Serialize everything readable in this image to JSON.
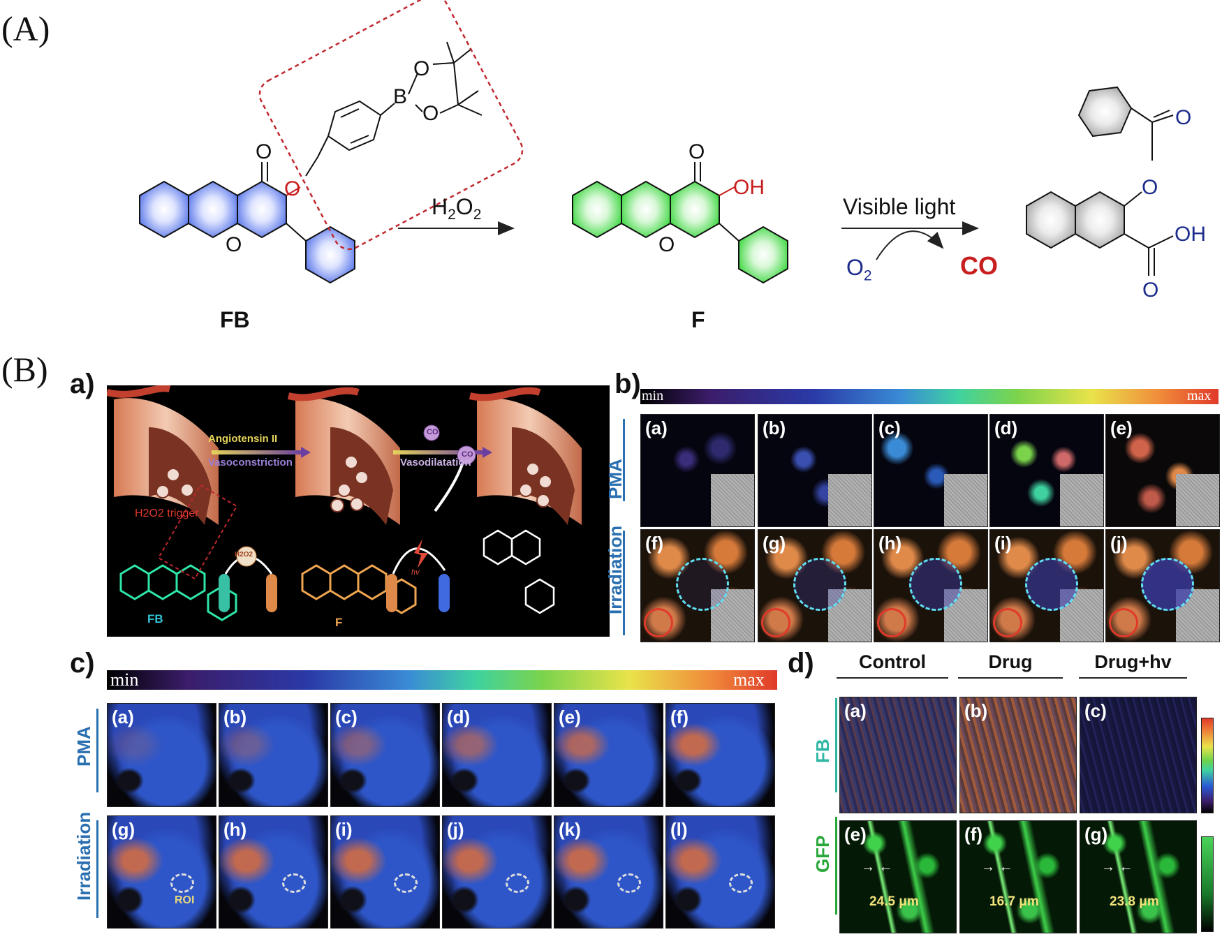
{
  "panelA": {
    "label": "(A)",
    "reagent": "H2O2",
    "condition": "Visible light",
    "o2": "O2",
    "co": "CO",
    "compound_fb": "FB",
    "compound_f": "F",
    "atoms": {
      "O": "O",
      "B": "B",
      "OH": "OH"
    }
  },
  "panelB": {
    "label": "(B)",
    "a": {
      "label": "a)",
      "angiotensin": "Angiotensin II",
      "vasoconstriction": "Vasoconstriction",
      "vasodilatation": "Vasodilatation",
      "trigger": "H2O2 trigger",
      "fb": "FB",
      "f": "F",
      "hv": "hv",
      "co": "CO",
      "h2o2": "H2O2"
    },
    "b": {
      "label": "b)",
      "min": "min",
      "max": "max",
      "row1": "PMA",
      "row2": "Irradiation",
      "row1_tags": [
        "(a)",
        "(b)",
        "(c)",
        "(d)",
        "(e)"
      ],
      "row2_tags": [
        "(f)",
        "(g)",
        "(h)",
        "(i)",
        "(j)"
      ]
    },
    "c": {
      "label": "c)",
      "min": "min",
      "max": "max",
      "row1": "PMA",
      "row2": "Irradiation",
      "row1_tags": [
        "(a)",
        "(b)",
        "(c)",
        "(d)",
        "(e)",
        "(f)"
      ],
      "row2_tags": [
        "(g)",
        "(h)",
        "(i)",
        "(j)",
        "(k)",
        "(l)"
      ],
      "roi": "ROI"
    },
    "d": {
      "label": "d)",
      "cols": [
        "Control",
        "Drug",
        "Drug+hv"
      ],
      "row1": "FB",
      "row2": "GFP",
      "row1_tags": [
        "(a)",
        "(b)",
        "(c)"
      ],
      "row2_tags": [
        "(e)",
        "(f)",
        "(g)"
      ],
      "measurements": [
        "24.5 μm",
        "16.7 μm",
        "23.8 μm"
      ]
    }
  },
  "colors": {
    "fb_blue": "#5b78ea",
    "f_green": "#48d84a",
    "hetero_red": "#c81e1e",
    "o2_blue": "#1c2c8c",
    "gray_ring": "#bbbbbb",
    "dashed_red": "#c0282e"
  }
}
